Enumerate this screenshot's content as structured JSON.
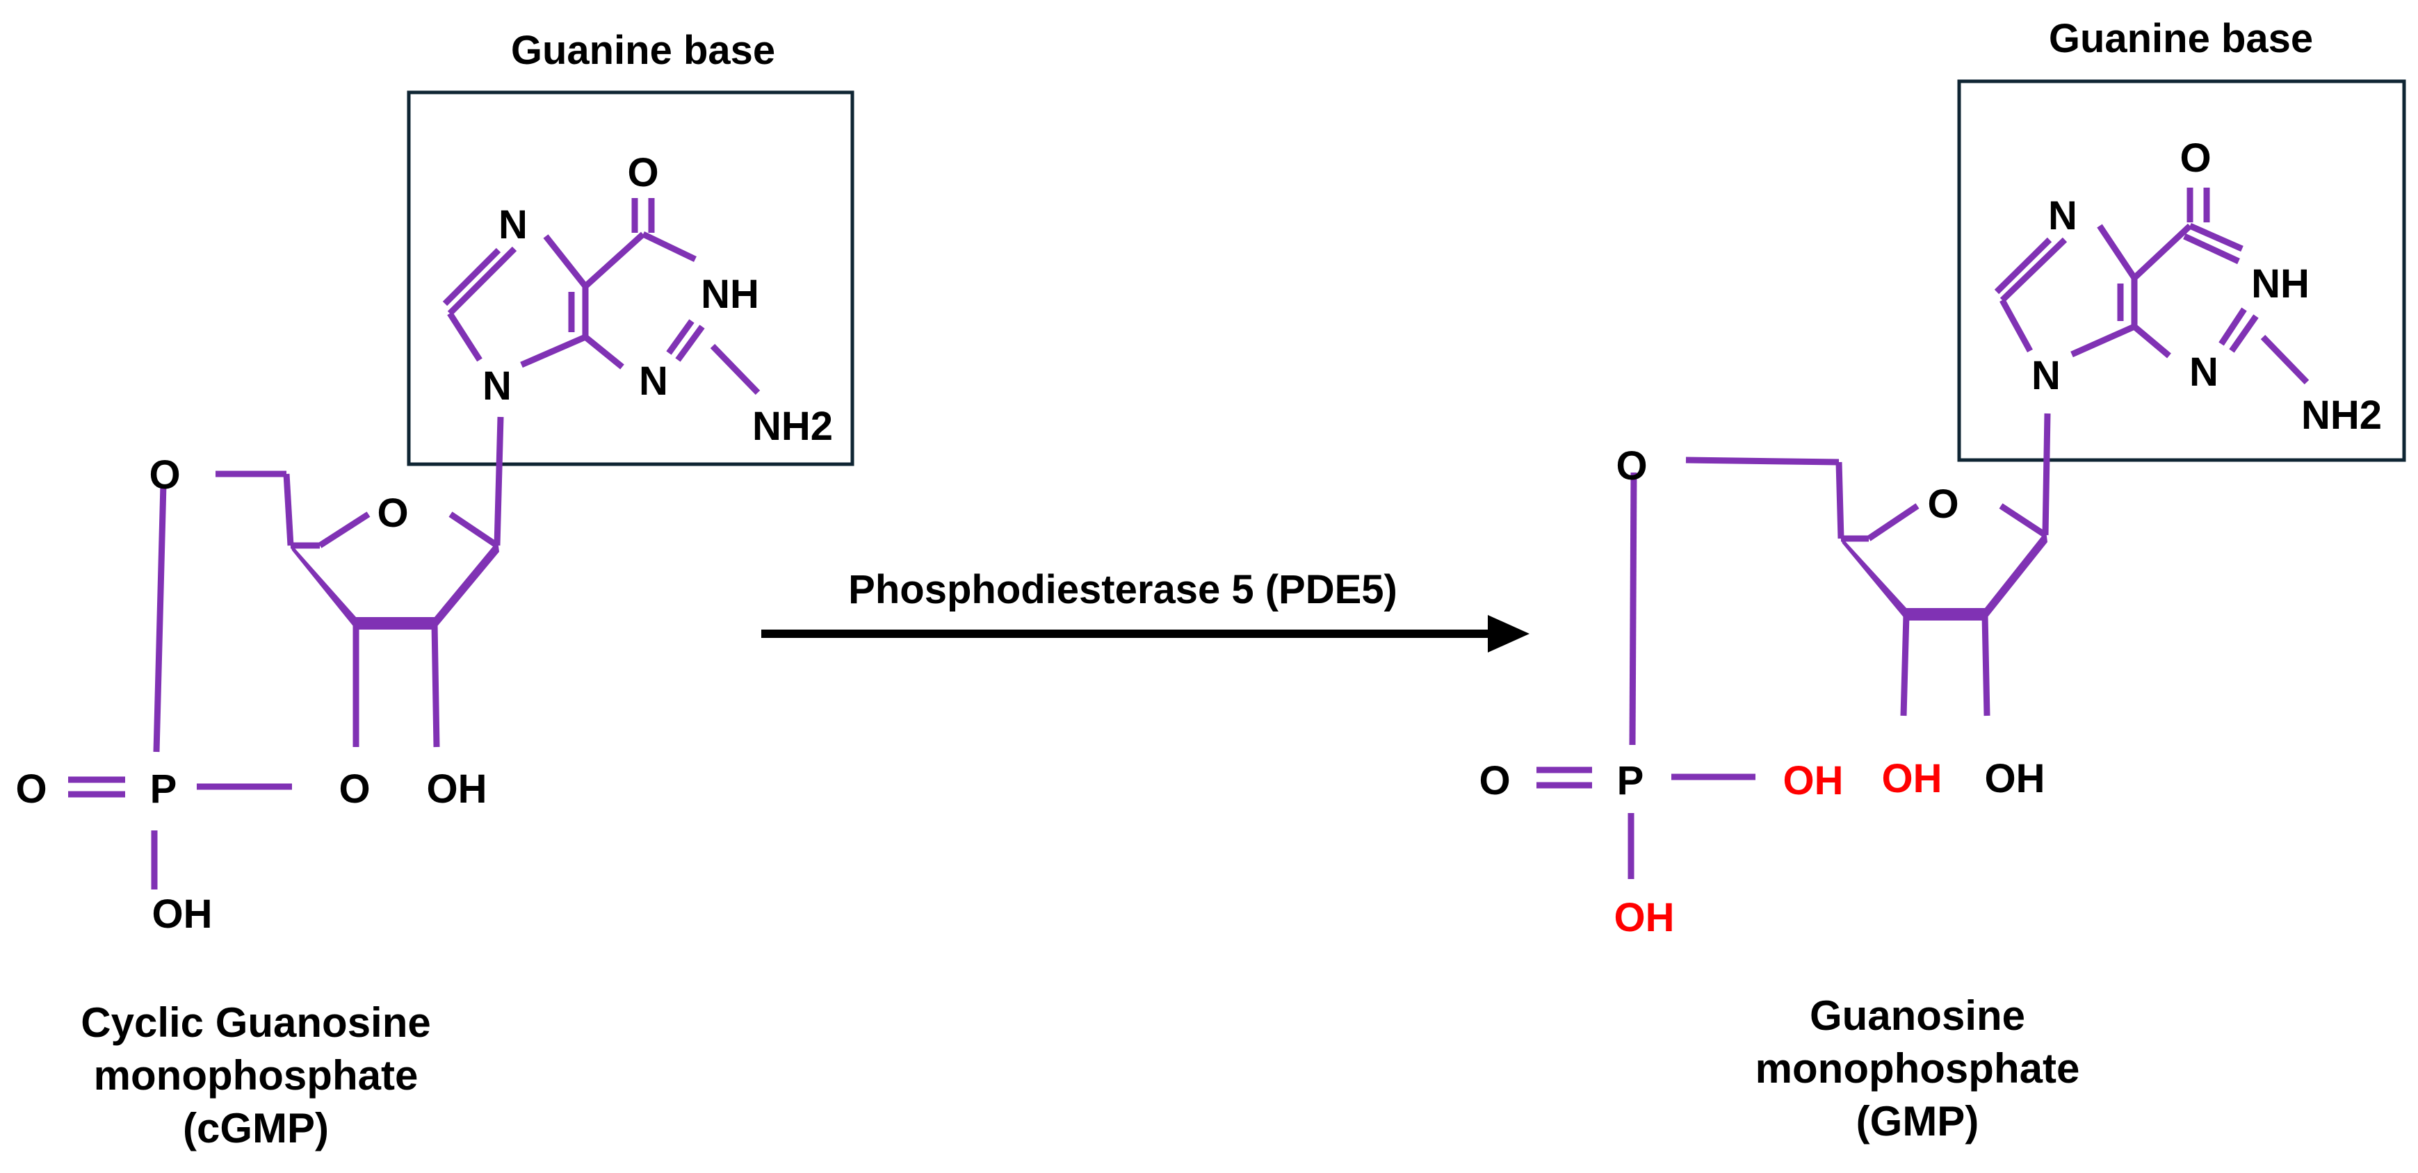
{
  "arrow": {
    "label": "Phosphodiesterase 5 (PDE5)",
    "color": "#000000"
  },
  "colors": {
    "bond": "#8032b4",
    "atom": "#000000",
    "highlight": "#ff0000",
    "box": "#0f2533"
  },
  "reactant": {
    "box_label": "Guanine base",
    "caption_line1": "Cyclic Guanosine",
    "caption_line2": "monophosphate",
    "caption_line3": "(cGMP)",
    "atoms": {
      "O_carbonyl": "O",
      "N7": "N",
      "NH": "NH",
      "N3": "N",
      "N9": "N",
      "NH2": "NH2",
      "O5": "O",
      "O_ring": "O",
      "O_double": "O",
      "P": "P",
      "O3": "O",
      "OH2": "OH",
      "OH_P": "OH"
    }
  },
  "product": {
    "box_label": "Guanine base",
    "caption_line1": "Guanosine",
    "caption_line2": "monophosphate",
    "caption_line3": "(GMP)",
    "atoms": {
      "O_carbonyl": "O",
      "N7": "N",
      "NH": "NH",
      "N3": "N",
      "N9": "N",
      "NH2": "NH2",
      "O5": "O",
      "O_ring": "O",
      "O_double": "O",
      "P": "P",
      "OH_P_right": "OH",
      "OH3": "OH",
      "OH2": "OH",
      "OH_P_bottom": "OH"
    }
  }
}
